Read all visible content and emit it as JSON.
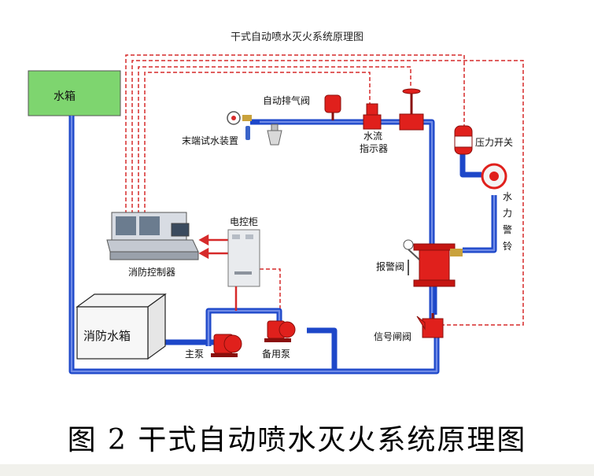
{
  "title": "干式自动喷水灭火系统原理图",
  "caption": "图 2  干式自动喷水灭火系统原理图",
  "labels": {
    "water_tank": "水箱",
    "auto_vent_valve": "自动排气阀",
    "end_test_device": "末端试水装置",
    "water_flow_indicator_1": "水流",
    "water_flow_indicator_2": "指示器",
    "pressure_switch": "压力开关",
    "water_gong": "水力警铃",
    "control_cabinet": "电控柜",
    "fire_controller": "消防控制器",
    "alarm_valve": "报警阀",
    "signal_valve": "信号闸阀",
    "fire_water_tank": "消防水箱",
    "main_pump": "主泵",
    "standby_pump": "备用泵"
  },
  "colors": {
    "pipe": "#1d47c9",
    "pipe_core": "#6f8ae6",
    "signal_line": "#d62a2a",
    "equipment_red": "#e0201c",
    "water_tank_fill": "#7ed56f",
    "cabinet_fill": "#e9ebee",
    "controller_fill": "#d8dce3"
  }
}
